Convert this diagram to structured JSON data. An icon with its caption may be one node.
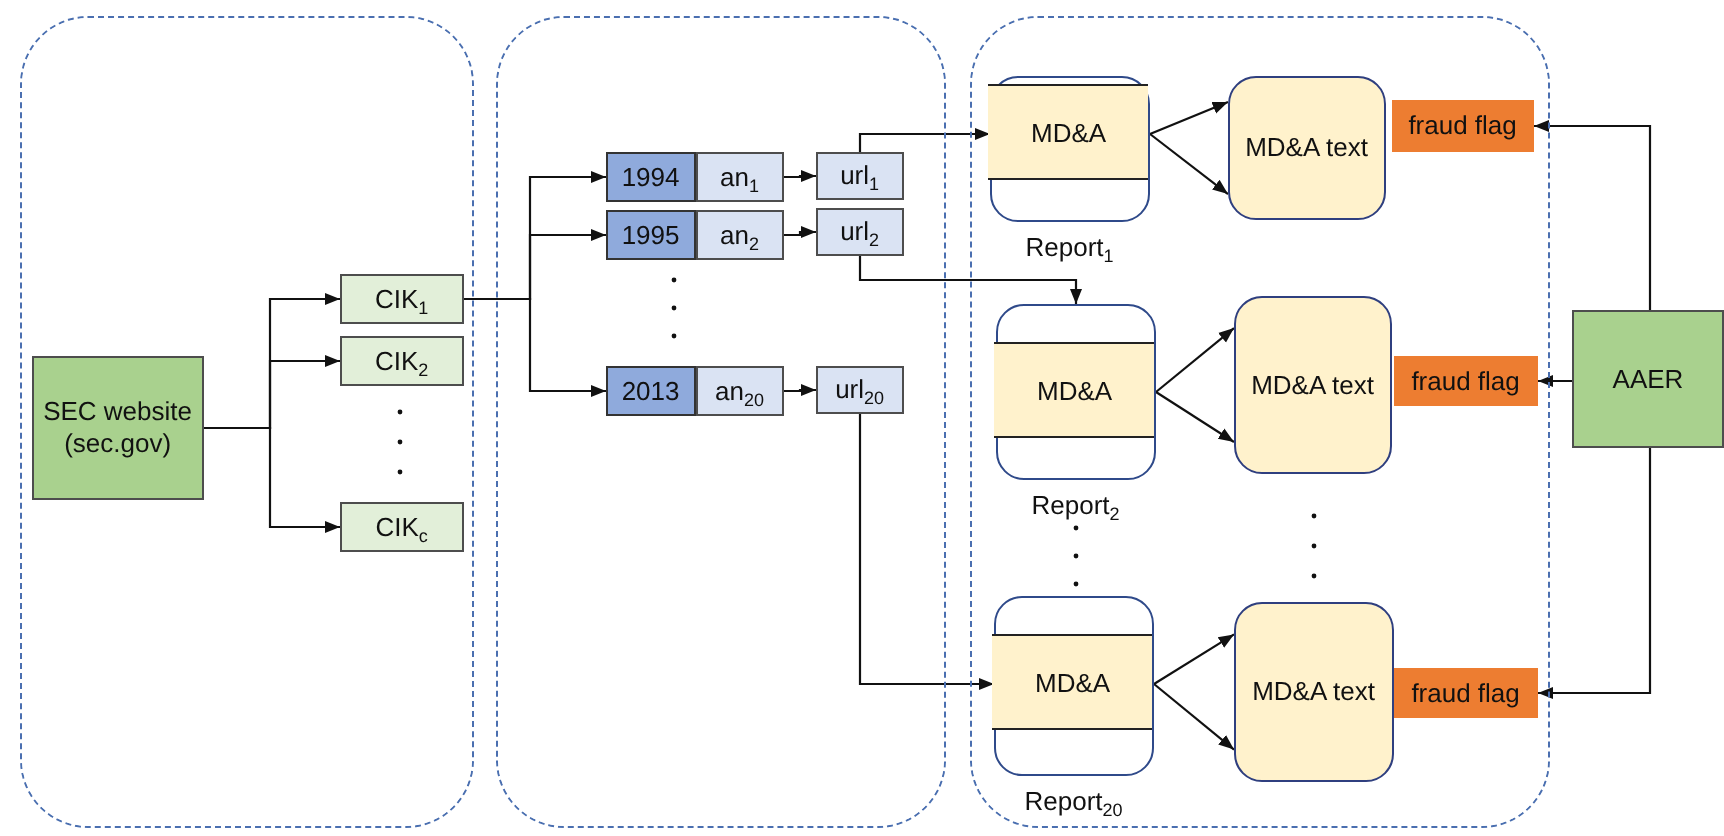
{
  "diagram": {
    "nodes": [
      {
        "text": [],
        "shape": "box"
      },
      {
        "text": [],
        "shape": "box"
      },
      {
        "text": [],
        "shape": "box"
      },
      {
        "text": [
          "SEC website (sec.gov)"
        ],
        "in": 0
      },
      {
        "text": [
          "CIK$_{1}$"
        ],
        "in": 0
      },
      {
        "text": [
          "CIK$_{2}$"
        ],
        "in": 0
      },
      {
        "text": [
          "CIK$_{c}$"
        ],
        "in": 0
      },
      {
        "text": [
          "1994"
        ],
        "in": 1
      },
      {
        "text": [
          "an$_{1}$"
        ],
        "in": 1
      },
      {
        "text": [
          "url$_{1}$"
        ],
        "in": 1
      },
      {
        "text": [
          "1995"
        ],
        "in": 1
      },
      {
        "text": [
          "an$_{2}$"
        ],
        "in": 1
      },
      {
        "text": [
          "url$_{2}$"
        ],
        "in": 1
      },
      {
        "text": [
          "2013"
        ],
        "in": 1
      },
      {
        "text": [
          "an$_{20}$"
        ],
        "in": 1
      },
      {
        "text": [
          "url$_{20}$"
        ],
        "in": 1
      },
      {
        "text": [],
        "shape": "box",
        "in": 2,
        "beside": [
          "Report$_{1}$"
        ]
      },
      {
        "text": [
          "MD&A"
        ],
        "in": 16
      },
      {
        "text": [
          "MD&A text"
        ],
        "in": 2
      },
      {
        "text": [
          "fraud flag"
        ],
        "in": 2
      },
      {
        "text": [],
        "shape": "box",
        "in": 2,
        "beside": [
          "Report$_{2}$"
        ]
      },
      {
        "text": [
          "MD&A"
        ],
        "in": 20
      },
      {
        "text": [
          "MD&A text"
        ],
        "in": 2
      },
      {
        "text": [
          "fraud flag"
        ],
        "in": 2
      },
      {
        "text": [],
        "shape": "box",
        "in": 2,
        "beside": [
          "Report$_{20}$"
        ]
      },
      {
        "text": [
          "MD&A"
        ],
        "in": 24
      },
      {
        "text": [
          "MD&A text"
        ],
        "in": 2
      },
      {
        "text": [
          "fraud flag"
        ],
        "in": 2
      },
      {
        "text": [
          "AAER"
        ]
      }
    ],
    "edges": [
      {
        "from": 3,
        "to": 4,
        "arrow": "to"
      },
      {
        "from": 3,
        "to": 5,
        "arrow": "to"
      },
      {
        "from": 3,
        "to": 6,
        "arrow": "to"
      },
      {
        "from": 4,
        "to": 7,
        "arrow": "to"
      },
      {
        "from": 4,
        "to": 10,
        "arrow": "to"
      },
      {
        "from": 4,
        "to": 13,
        "arrow": "to"
      },
      {
        "from": 8,
        "to": 9,
        "arrow": "to"
      },
      {
        "from": 11,
        "to": 12,
        "arrow": "to"
      },
      {
        "from": 14,
        "to": 15,
        "arrow": "to"
      },
      {
        "from": 9,
        "to": 17,
        "arrow": "to"
      },
      {
        "from": 12,
        "to": 20,
        "arrow": "to"
      },
      {
        "from": 15,
        "to": 25,
        "arrow": "to"
      },
      {
        "from": 17,
        "to": 18,
        "arrow": "to"
      },
      {
        "from": 17,
        "to": 18,
        "arrow": "to"
      },
      {
        "from": 21,
        "to": 22,
        "arrow": "to"
      },
      {
        "from": 21,
        "to": 22,
        "arrow": "to"
      },
      {
        "from": 25,
        "to": 26,
        "arrow": "to"
      },
      {
        "from": 25,
        "to": 26,
        "arrow": "to"
      },
      {
        "from": 28,
        "to": 19,
        "arrow": "to"
      },
      {
        "from": 28,
        "to": 23,
        "arrow": "to"
      },
      {
        "from": 28,
        "to": 27,
        "arrow": "to"
      }
    ]
  }
}
